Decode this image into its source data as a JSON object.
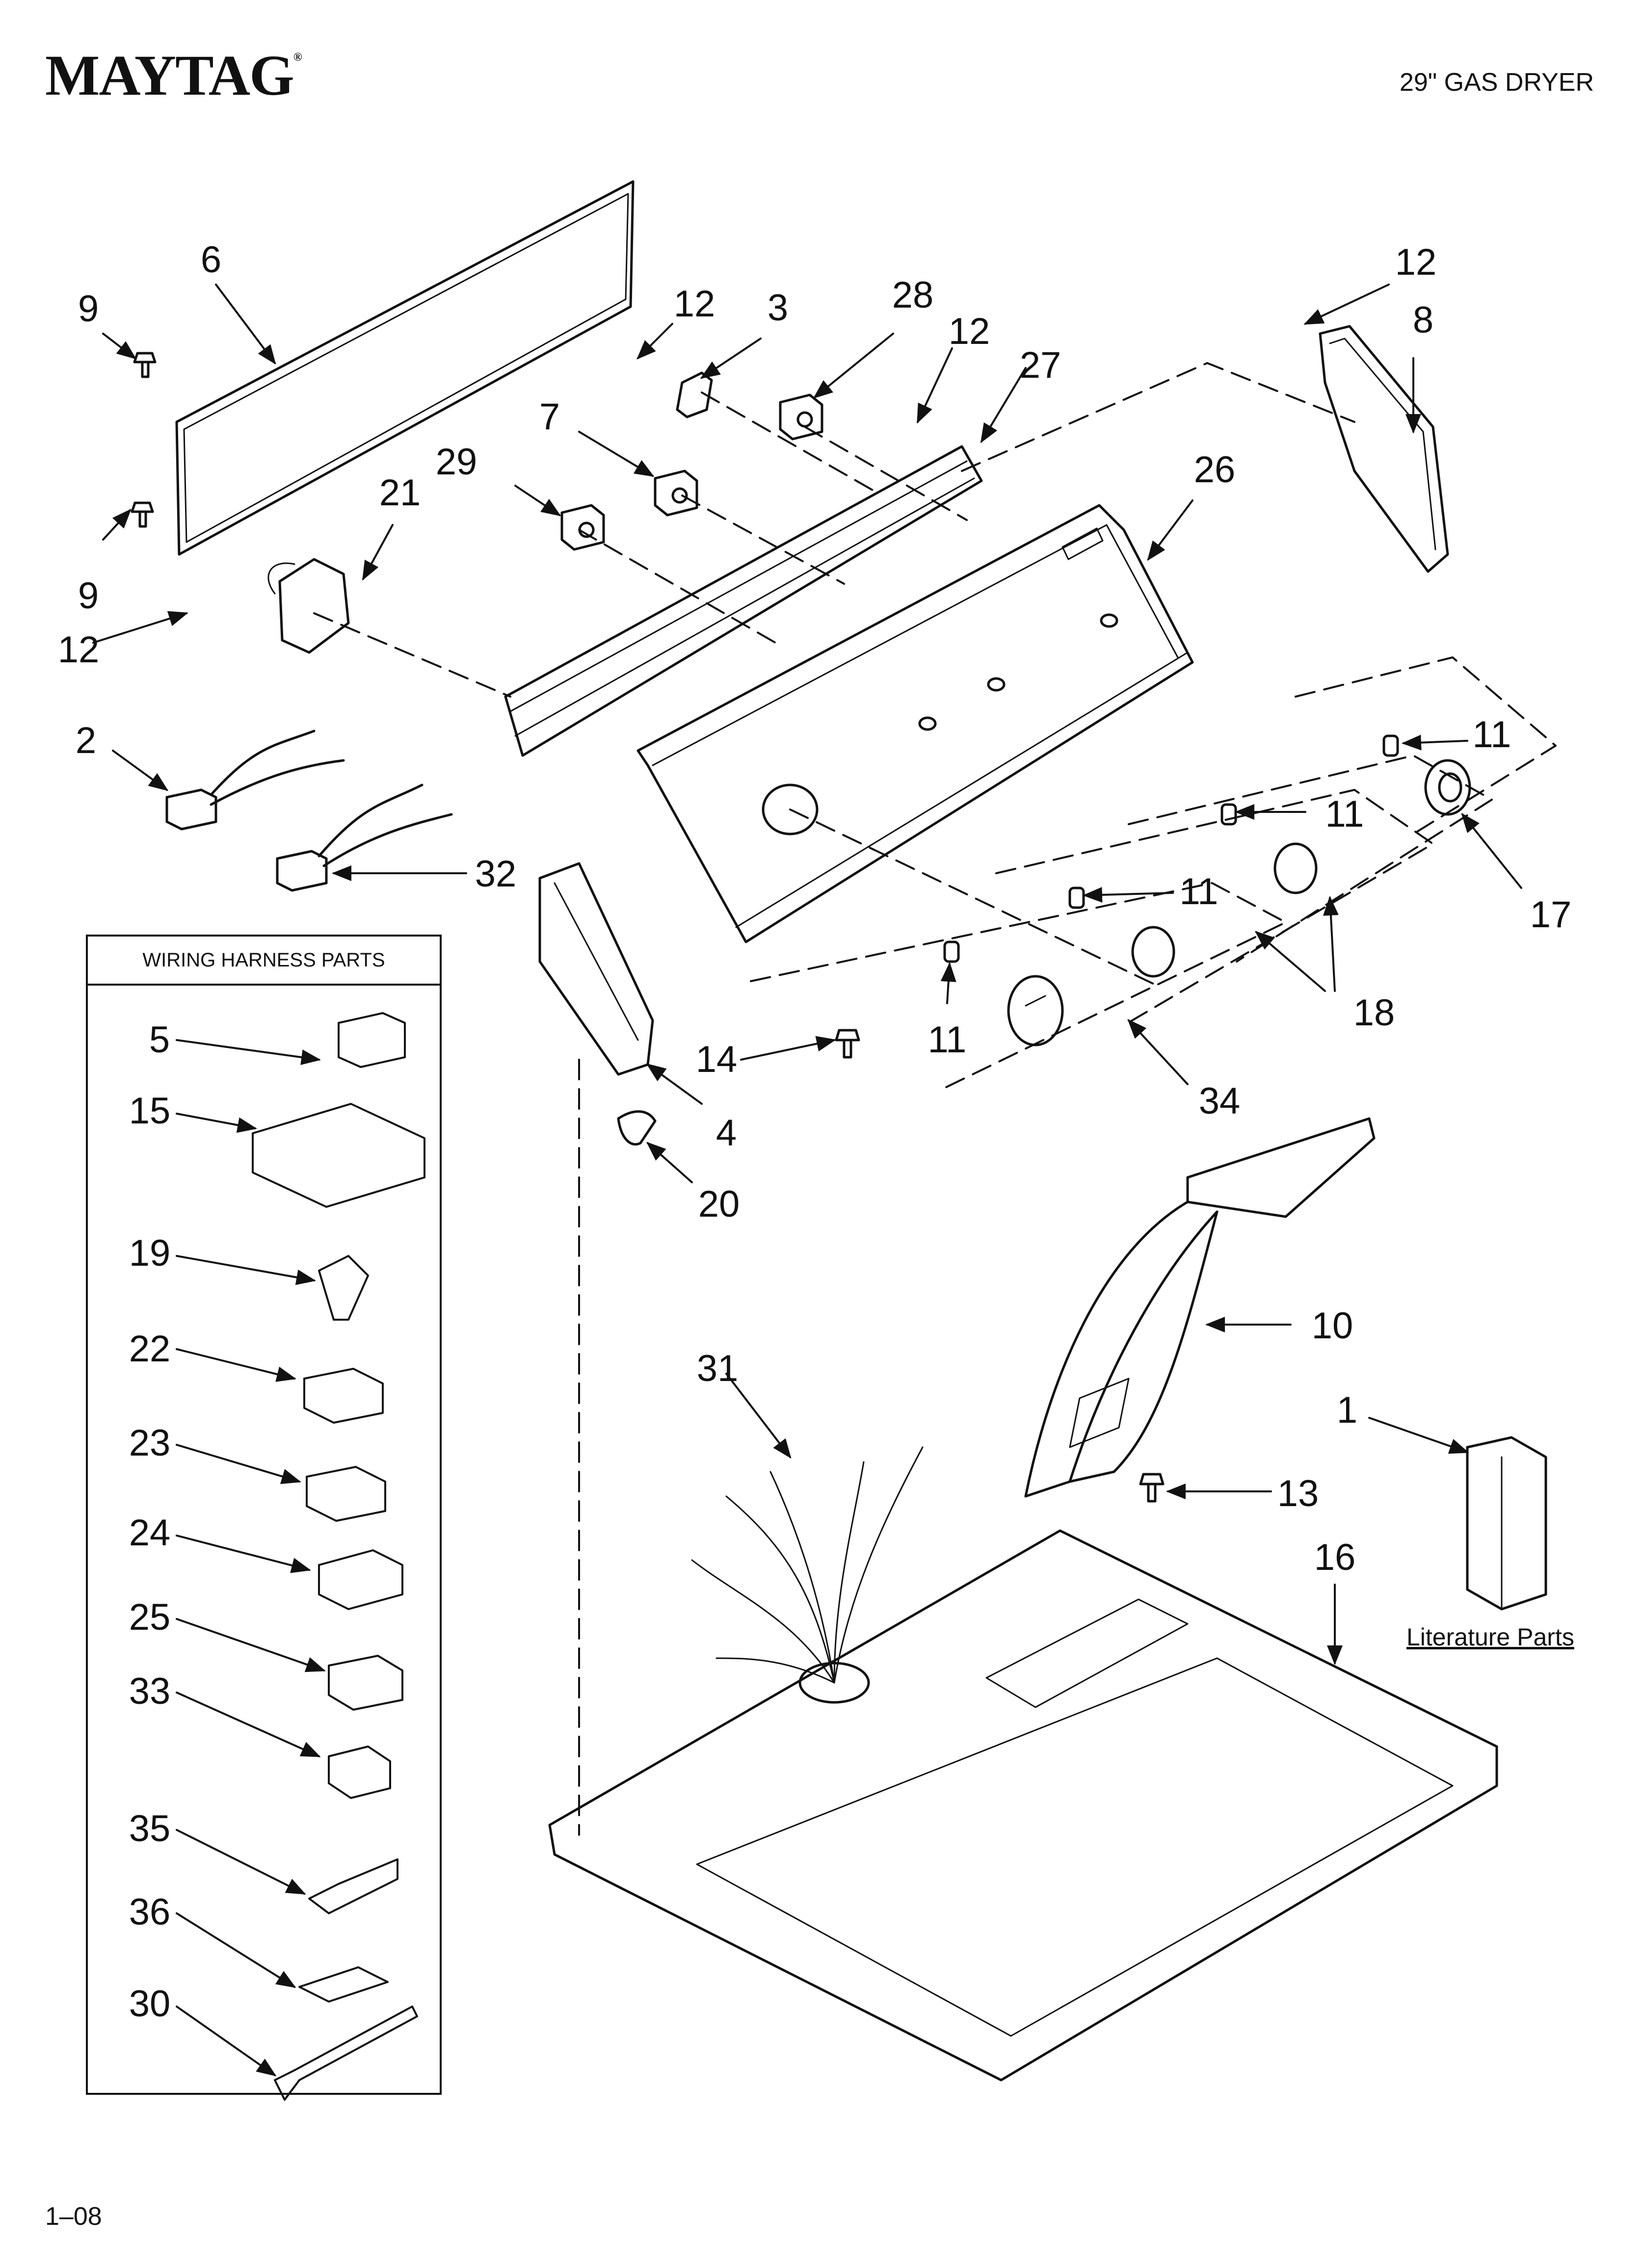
{
  "header": {
    "brand": "MAYTAG",
    "brand_mark": "®",
    "title": "29\" GAS DRYER"
  },
  "footer": {
    "page_code": "1–08"
  },
  "wiring_box": {
    "title": "WIRING HARNESS PARTS",
    "parts": [
      "5",
      "15",
      "19",
      "22",
      "23",
      "24",
      "25",
      "33",
      "35",
      "36",
      "30"
    ]
  },
  "literature": {
    "label": "Literature Parts"
  },
  "callouts": {
    "c6": "6",
    "c9a": "9",
    "c9b": "9",
    "c12a": "12",
    "c3": "3",
    "c28": "28",
    "c12b": "12",
    "c27": "27",
    "c12c": "12",
    "c8": "8",
    "c7": "7",
    "c29": "29",
    "c21": "21",
    "c26": "26",
    "c12d": "12",
    "c2": "2",
    "c32": "32",
    "c11a": "11",
    "c11b": "11",
    "c11c": "11",
    "c11d": "11",
    "c17": "17",
    "c18": "18",
    "c14": "14",
    "c4": "4",
    "c20": "20",
    "c34": "34",
    "c10": "10",
    "c31": "31",
    "c1": "1",
    "c13": "13",
    "c16": "16",
    "w5": "5",
    "w15": "15",
    "w19": "19",
    "w22": "22",
    "w23": "23",
    "w24": "24",
    "w25": "25",
    "w33": "33",
    "w35": "35",
    "w36": "36",
    "w30": "30"
  }
}
